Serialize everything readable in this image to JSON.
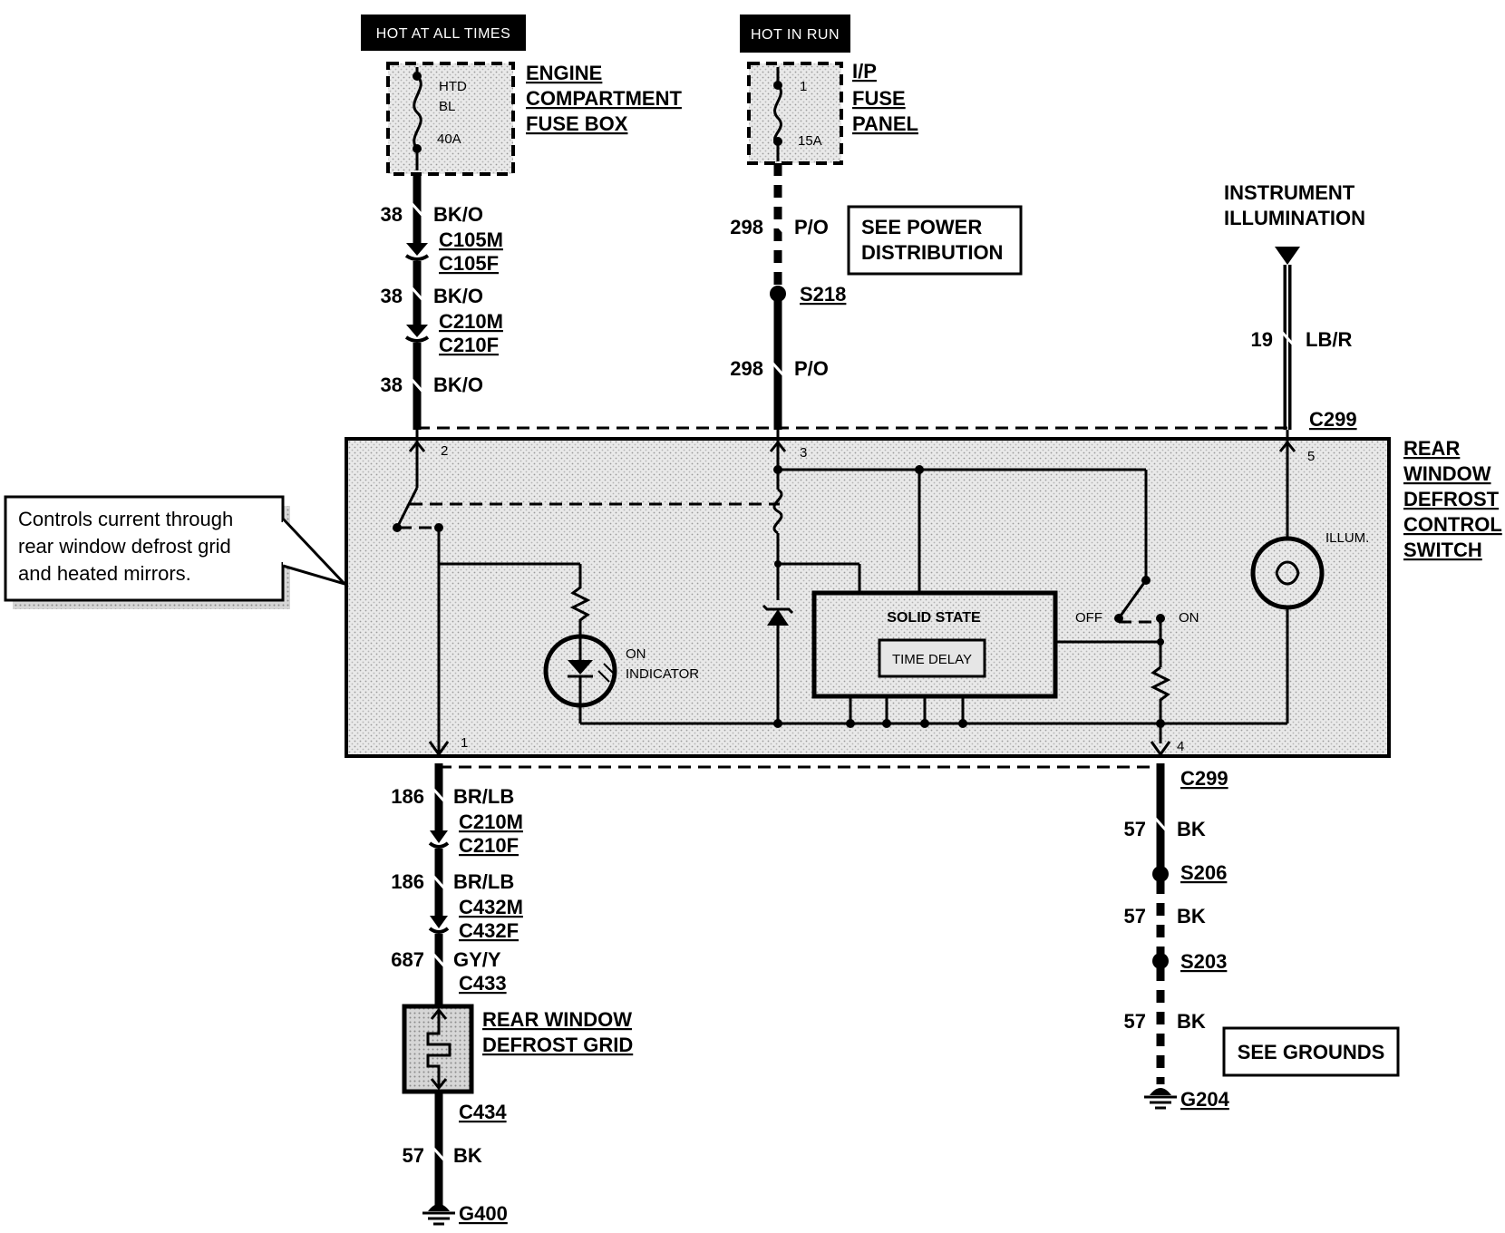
{
  "sources": {
    "hot_all_times": "HOT AT ALL TIMES",
    "hot_in_run": "HOT IN RUN",
    "instrument_illumination_1": "INSTRUMENT",
    "instrument_illumination_2": "ILLUMINATION"
  },
  "fuse_engine": {
    "l1": "HTD",
    "l2": "BL",
    "l3": "40A",
    "name1": "ENGINE",
    "name2": "COMPARTMENT",
    "name3": "FUSE BOX"
  },
  "fuse_ip": {
    "l1": "1",
    "l2": "15A",
    "name1": "I/P",
    "name2": "FUSE",
    "name3": "PANEL"
  },
  "left_feed": {
    "w1_num": "38",
    "w1_color": "BK/O",
    "c1m": "C105M",
    "c1f": "C105F",
    "w2_num": "38",
    "w2_color": "BK/O",
    "c2m": "C210M",
    "c2f": "C210F",
    "w3_num": "38",
    "w3_color": "BK/O"
  },
  "mid_feed": {
    "w1_num": "298",
    "w1_color": "P/O",
    "splice": "S218",
    "w2_num": "298",
    "w2_color": "P/O",
    "see1": "SEE POWER",
    "see2": "DISTRIBUTION"
  },
  "right_feed": {
    "w_num": "19",
    "w_color": "LB/R",
    "connector": "C299"
  },
  "switch": {
    "name1": "REAR",
    "name2": "WINDOW",
    "name3": "DEFROST",
    "name4": "CONTROL",
    "name5": "SWITCH",
    "pin2": "2",
    "pin3": "3",
    "pin5": "5",
    "pin1": "1",
    "pin4": "4",
    "on_indicator1": "ON",
    "on_indicator2": "INDICATOR",
    "solid_state": "SOLID STATE",
    "time_delay": "TIME DELAY",
    "off": "OFF",
    "on": "ON",
    "illum": "ILLUM."
  },
  "callout": {
    "line1": "Controls current through",
    "line2": "rear window defrost grid",
    "line3": "and heated mirrors."
  },
  "bottom_left": {
    "w1_num": "186",
    "w1_color": "BR/LB",
    "c1m": "C210M",
    "c1f": "C210F",
    "w2_num": "186",
    "w2_color": "BR/LB",
    "c2m": "C432M",
    "c2f": "C432F",
    "w3_num": "687",
    "w3_color": "GY/Y",
    "c3": "C433",
    "grid1": "REAR WINDOW",
    "grid2": "DEFROST GRID",
    "c4": "C434",
    "w4_num": "57",
    "w4_color": "BK",
    "ground": "G400"
  },
  "bottom_right": {
    "connector": "C299",
    "w1_num": "57",
    "w1_color": "BK",
    "splice1": "S206",
    "w2_num": "57",
    "w2_color": "BK",
    "splice2": "S203",
    "w3_num": "57",
    "w3_color": "BK",
    "see": "SEE GROUNDS",
    "ground": "G204"
  }
}
